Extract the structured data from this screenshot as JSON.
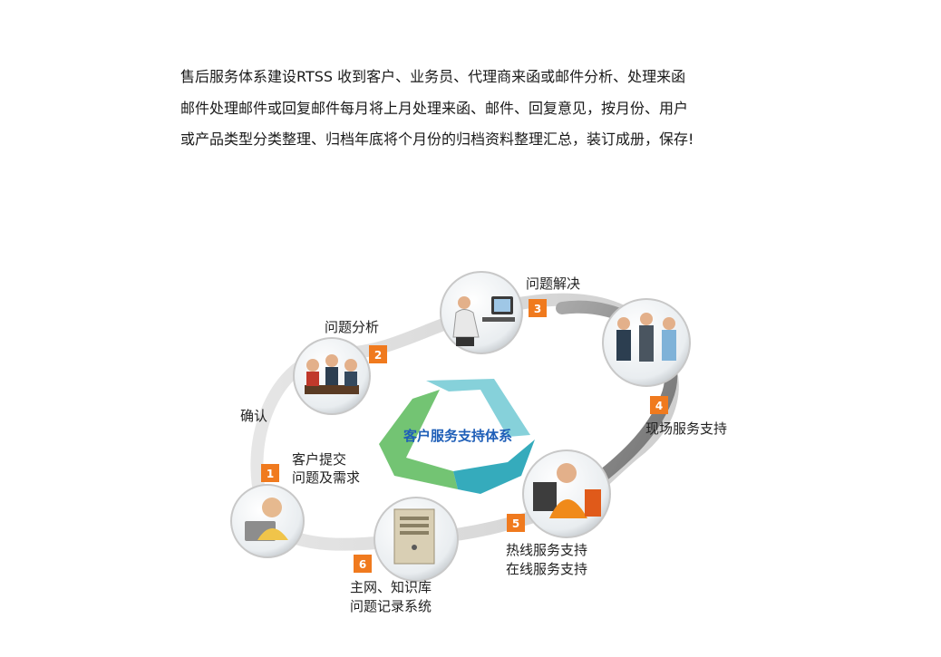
{
  "intro": {
    "lines": [
      "售后服务体系建设RTSS 收到客户、业务员、代理商来函或邮件分析、处理来函",
      "邮件处理邮件或回复邮件每月将上月处理来函、邮件、回复意见，按月份、用户",
      "或产品类型分类整理、归档年底将个月份的归档资料整理汇总，装订成册，保存!"
    ]
  },
  "diagram": {
    "center_title": "客户服务支持体系",
    "confirm_label": "确认",
    "steps": [
      {
        "number": "1",
        "lines": [
          "客户提交",
          "问题及需求"
        ],
        "icon": "phone-operator-icon"
      },
      {
        "number": "2",
        "lines": [
          "问题分析"
        ],
        "icon": "meeting-icon"
      },
      {
        "number": "3",
        "lines": [
          "问题解决"
        ],
        "icon": "technician-computer-icon"
      },
      {
        "number": "4",
        "lines": [
          "现场服务支持"
        ],
        "icon": "handshake-icon"
      },
      {
        "number": "5",
        "lines": [
          "热线服务支持",
          "在线服务支持"
        ],
        "icon": "headset-agent-icon"
      },
      {
        "number": "6",
        "lines": [
          "主网、知识库",
          "问题记录系统"
        ],
        "icon": "server-icon"
      }
    ],
    "colors": {
      "badge": "#f07a1e",
      "ring": "#d9d9d9",
      "ring_dark": "#8c8c8c",
      "arrow_cyan": "#4fb8c8",
      "arrow_green": "#5cb85c",
      "center_text": "#1f5fb8"
    }
  }
}
